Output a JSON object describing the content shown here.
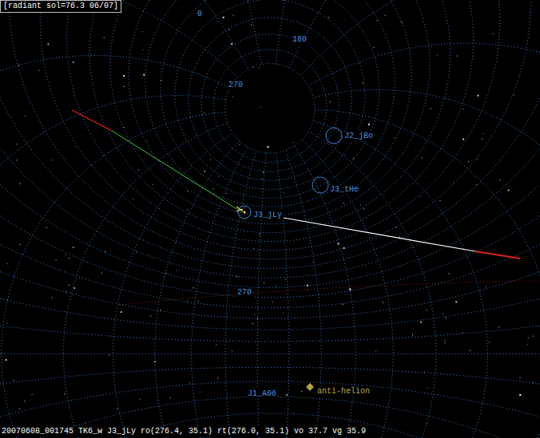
{
  "diagram": {
    "title": "[radiant sol=76.3 06/07]",
    "caption": "20070608_001745 TK6_w J3_jLy ro(276.4, 35.1) rt(276.0, 35.1) vo 37.7 vg 35.9",
    "labels": [
      "0",
      "180",
      "270",
      "J2_jBo",
      "J3_tHe",
      "J3_jLy",
      "270",
      "J1_A06",
      "anti-helion"
    ]
  }
}
